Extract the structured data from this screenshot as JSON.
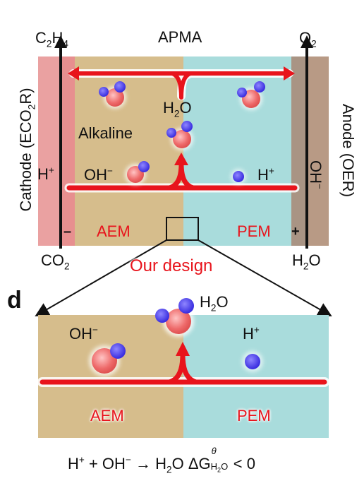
{
  "top": {
    "title": "APMA",
    "c2h4_main": "C",
    "c2h4_sub1": "2",
    "c2h4_h": "H",
    "c2h4_sub2": "4",
    "o2_main": "O",
    "o2_sub": "2",
    "co2_main": "CO",
    "co2_sub": "2",
    "h2o_bottom_main": "H",
    "h2o_bottom_sub": "2",
    "h2o_bottom_o": "O",
    "cathode_pre": "Cathode (ECO",
    "cathode_sub": "2",
    "cathode_post": "R)",
    "anode": "Anode (OER)",
    "h_plus_left_main": "H",
    "h_plus_left_sup": "+",
    "oh_minus_right_main": "OH",
    "oh_minus_right_sup": "−",
    "h2o_center_main": "H",
    "h2o_center_sub": "2",
    "h2o_center_o": "O",
    "alkaline": "Alkaline",
    "oh_minus_main": "OH",
    "oh_minus_sup": "−",
    "h_plus_main": "H",
    "h_plus_sup": "+",
    "minus_sign": "–",
    "plus_sign": "+",
    "aem": "AEM",
    "pem": "PEM",
    "our_design": "Our design"
  },
  "panel_d": {
    "letter": "d",
    "oh_minus_main": "OH",
    "oh_minus_sup": "−",
    "h_plus_main": "H",
    "h_plus_sup": "+",
    "h2o_main": "H",
    "h2o_sub": "2",
    "h2o_o": "O",
    "aem": "AEM",
    "pem": "PEM"
  },
  "equation": {
    "h": "H",
    "h_sup": "+",
    "plus": " + OH",
    "oh_sup": "−",
    "arrow_part": " → H",
    "h2o_sub": "2",
    "o_part": "O ΔG",
    "theta": "θ",
    "g_sub_h": "H",
    "g_sub_2": "2",
    "g_sub_o": "O",
    "tail": " < 0"
  },
  "colors": {
    "aem_fill": "#d6bd8c",
    "pem_fill": "#a9dcdc",
    "cathode_fill": "#eaa1a1",
    "anode_fill": "#b89a85",
    "arrow_red": "#e8141c",
    "oxygen": "#ee6a6a",
    "hydrogen": "#4a3ce6"
  }
}
